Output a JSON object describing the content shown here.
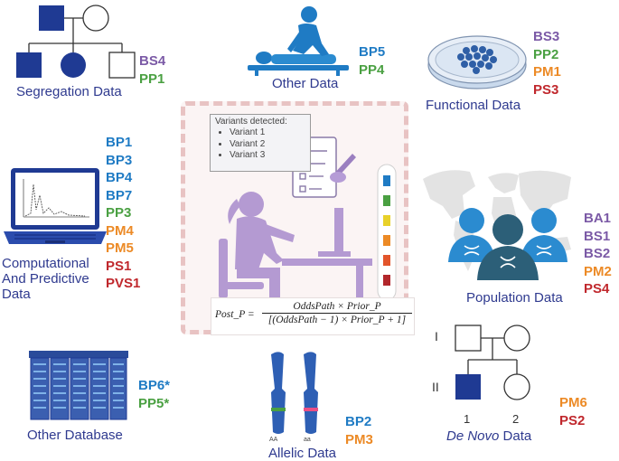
{
  "colors": {
    "blue": "#1f7bc4",
    "green": "#4aa042",
    "purple": "#7b5aa6",
    "orange": "#ec8a26",
    "red": "#c0282d",
    "label": "#2f3a8f",
    "navy": "#1f3a93"
  },
  "segregation": {
    "label": "Segregation Data",
    "codes": [
      {
        "text": "BS4",
        "color": "purple"
      },
      {
        "text": "PP1",
        "color": "green"
      }
    ]
  },
  "other_data": {
    "label": "Other Data",
    "codes": [
      {
        "text": "BP5",
        "color": "blue"
      },
      {
        "text": "PP4",
        "color": "green"
      }
    ]
  },
  "functional": {
    "label": "Functional Data",
    "codes": [
      {
        "text": "BS3",
        "color": "purple"
      },
      {
        "text": "PP2",
        "color": "green"
      },
      {
        "text": "PM1",
        "color": "orange"
      },
      {
        "text": "PS3",
        "color": "red"
      }
    ]
  },
  "computational": {
    "label_lines": [
      "Computational",
      "And Predictive",
      "Data"
    ],
    "codes": [
      {
        "text": "BP1",
        "color": "blue"
      },
      {
        "text": "BP3",
        "color": "blue"
      },
      {
        "text": "BP4",
        "color": "blue"
      },
      {
        "text": "BP7",
        "color": "blue"
      },
      {
        "text": "PP3",
        "color": "green"
      },
      {
        "text": "PM4",
        "color": "orange"
      },
      {
        "text": "PM5",
        "color": "orange"
      },
      {
        "text": "PS1",
        "color": "red"
      },
      {
        "text": "PVS1",
        "color": "red"
      }
    ]
  },
  "population": {
    "label": "Population Data",
    "codes": [
      {
        "text": "BA1",
        "color": "purple"
      },
      {
        "text": "BS1",
        "color": "purple"
      },
      {
        "text": "BS2",
        "color": "purple"
      },
      {
        "text": "PM2",
        "color": "orange"
      },
      {
        "text": "PS4",
        "color": "red"
      }
    ]
  },
  "other_database": {
    "label": "Other Database",
    "codes": [
      {
        "text": "BP6*",
        "color": "blue"
      },
      {
        "text": "PP5*",
        "color": "green"
      }
    ]
  },
  "allelic": {
    "label": "Allelic Data",
    "codes": [
      {
        "text": "BP2",
        "color": "blue"
      },
      {
        "text": "PM3",
        "color": "orange"
      }
    ],
    "chrom_labels": [
      "AA",
      "aa"
    ]
  },
  "de_novo": {
    "label_italic": "De Novo",
    "label_rest": " Data",
    "generation_labels": [
      "I",
      "II"
    ],
    "individual_labels": [
      "1",
      "2"
    ],
    "codes": [
      {
        "text": "PM6",
        "color": "orange"
      },
      {
        "text": "PS2",
        "color": "red"
      }
    ]
  },
  "center": {
    "variants_title": "Variants detected:",
    "variants": [
      "Variant 1",
      "Variant 2",
      "Variant 3"
    ],
    "formula_lhs": "Post_P =",
    "formula_num": "OddsPath × Prior_P",
    "formula_den": "[(OddsPath − 1) × Prior_P + 1]"
  }
}
